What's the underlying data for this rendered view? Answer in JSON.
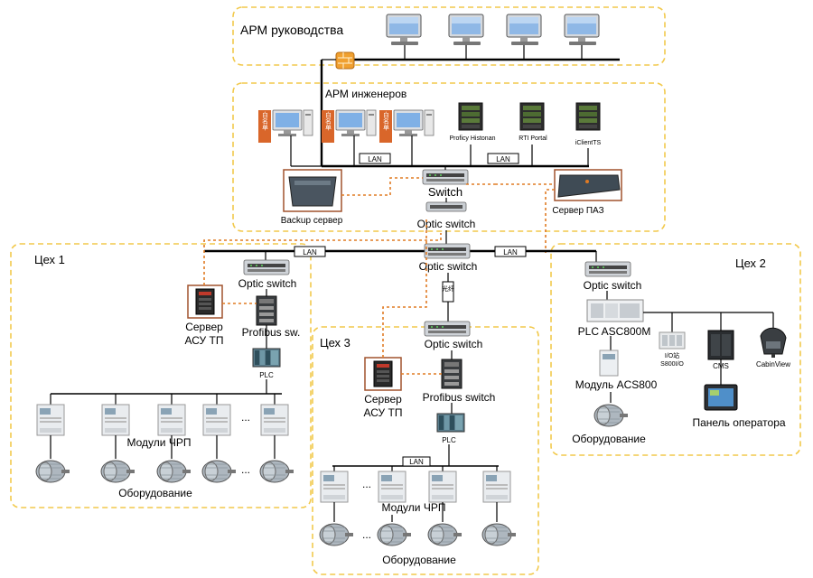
{
  "zones": {
    "management": {
      "title": "АРМ руководства"
    },
    "engineers": {
      "title": "АРМ инженеров",
      "whitelist_label": "白名单",
      "servers": [
        "Proficy Histonan",
        "RTI Portal",
        "iClientTS"
      ],
      "lan_labels": [
        "LAN",
        "LAN"
      ],
      "switch_label": "Switch",
      "optic_switch_label": "Optic switch",
      "backup_label": "Backup сервер",
      "paz_label": "Сервер ПАЗ"
    },
    "core": {
      "optic_switch_label": "Optic switch",
      "lan_labels": [
        "LAN",
        "LAN"
      ],
      "fiber_label": "光纤"
    },
    "shop1": {
      "title": "Цех 1",
      "optic_switch_label": "Optic switch",
      "server_label": [
        "Сервер",
        "АСУ ТП"
      ],
      "profibus_label": "Profibus sw.",
      "plc_label": "PLC",
      "ellipsis": "...",
      "drives_label": "Модули ЧРП",
      "equipment_label": "Оборудование"
    },
    "shop2": {
      "title": "Цех 2",
      "optic_switch_label": "Optic switch",
      "plc_label": "PLC ASC800M",
      "io_label": [
        "I/O站",
        "S800I/O"
      ],
      "cms_label": "CMS",
      "cabinview_label": "CabinView",
      "module_label": "Модуль ACS800",
      "panel_label": "Панель оператора",
      "equipment_label": "Оборудование"
    },
    "shop3": {
      "title": "Цех 3",
      "optic_switch_label": "Optic switch",
      "server_label": [
        "Сервер",
        "АСУ ТП"
      ],
      "profibus_label": "Profibus switch",
      "plc_label": "PLC",
      "lan_label": "LAN",
      "ellipsis": "...",
      "drives_label": "Модули ЧРП",
      "equipment_label": "Оборудование"
    }
  },
  "colors": {
    "zone_border": "#f2c94c",
    "fiber": "#e07b24",
    "firewall": "#f0a030",
    "whitelist_tag": "#d9662a",
    "server_frame": "#a0522d"
  },
  "icons": [
    "monitor-icon",
    "firewall-icon",
    "rack-server-icon",
    "switch-icon",
    "plc-icon",
    "drive-module-icon",
    "motor-icon",
    "touch-panel-icon",
    "cabinet-icon",
    "joystick-chair-icon"
  ]
}
